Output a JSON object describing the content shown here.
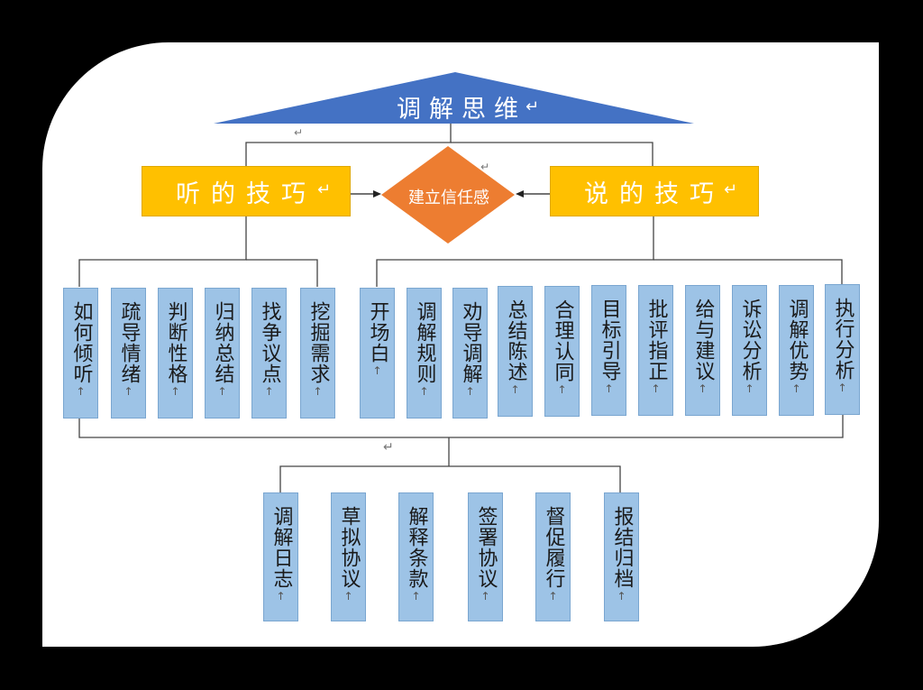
{
  "title": "调解思维",
  "center": "建立信任感",
  "listen_skill": "听的技巧",
  "speak_skill": "说的技巧",
  "listen_items": [
    "如何倾听",
    "疏导情绪",
    "判断性格",
    "归纳总结",
    "找争议点",
    "挖掘需求"
  ],
  "speak_items": [
    "开场白",
    "调解规则",
    "劝导调解",
    "总结陈述",
    "合理认同",
    "目标引导",
    "批评指正",
    "给与建议",
    "诉讼分析",
    "调解优势",
    "执行分析"
  ],
  "bottom_items": [
    "调解日志",
    "草拟协议",
    "解释条款",
    "签署协议",
    "督促履行",
    "报结归档"
  ],
  "marks": {
    "paragraph": "↵",
    "cell": "↑"
  },
  "colors": {
    "title_fill": "#4472c4",
    "skill_fill": "#ffc000",
    "center_fill": "#ed7d31",
    "item_fill": "#9dc3e6"
  }
}
